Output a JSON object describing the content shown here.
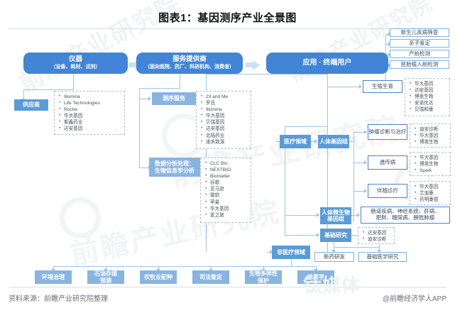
{
  "title": "图表1：基因测序产业全景图",
  "footer": {
    "source": "资料来源：前瞻产业研究院整理",
    "app": "@前瞻经济学人APP",
    "watermark_brand": "钛媒体",
    "watermark_institute": "前瞻产业研究院"
  },
  "stages": {
    "instrument": {
      "line1": "仪器",
      "line2": "（设备、耗材、试剂）"
    },
    "provider": {
      "line1": "服务提供商",
      "line2": "（面向医院、药厂、科研机构、消费者）"
    },
    "application": {
      "line1": "应用 · 终端用户"
    }
  },
  "supplier": {
    "label": "供应商",
    "items": [
      "Illumina",
      "Life Technologies",
      "Roche",
      "华大基因",
      "紫鑫药业",
      "达安基因"
    ]
  },
  "sequencing_service": {
    "label": "测序服务",
    "items": [
      "23 and Me",
      "罗氏",
      "Illumina",
      "华大基因",
      "贝瑞基因",
      "达安基因",
      "北陆药业",
      "诺禾致源"
    ]
  },
  "data_analysis": {
    "label_line1": "数据分析处理：",
    "label_line2": "生物信息学分析",
    "items": [
      "CLC Bio",
      "NEXTBIO",
      "Biomatter",
      "谷歌",
      "亚马逊",
      "微软",
      "苹果",
      "华大基因",
      "爱之旅"
    ]
  },
  "application_branches": {
    "prenatal_tests": [
      "新生儿疾病筛查",
      "亲子鉴定",
      "产前检测",
      "胚胎植入前检测"
    ],
    "reproduction": {
      "label": "生殖生育",
      "items": [
        "华大基因",
        "达安基因",
        "博奥生物",
        "安诺优达",
        "贝瑞和康"
      ]
    },
    "medical_field": "医疗领域",
    "human_genome": "人体基因组",
    "tumor": {
      "label": "肿瘤诊断与治疗",
      "items": [
        "迪安诊断",
        "华大基因",
        "博奥生物"
      ]
    },
    "genetic_disease": {
      "label": "遗传病",
      "items": [
        "华大基因",
        "博奥生物",
        "Spark"
      ]
    },
    "companion_diagnostics": {
      "label": "伴随诊疗",
      "items": [
        "华大基因",
        "艾迪康",
        "药明康德"
      ]
    },
    "microbiome": {
      "label_line1": "人体微生物",
      "label_line2": "基因组",
      "detail_line1": "肠道疾病、神经系统、肝病、",
      "detail_line2": "肥胖、糖尿病、膀胱肿瘤"
    },
    "basic_research": {
      "label": "基础研究",
      "items": [
        "达安基因",
        "迪安诊断"
      ]
    },
    "non_medical_field": "非医疗领域",
    "drug_rd": "新药研发",
    "basic_medicine": "基础医学研究"
  },
  "non_medical_row": [
    "环境治理",
    {
      "line1": "石油存储",
      "line2": "预测"
    },
    "农牧业配种",
    "司法鉴定",
    {
      "line1": "生物多样性",
      "line2": "保护"
    },
    "地质学"
  ]
}
